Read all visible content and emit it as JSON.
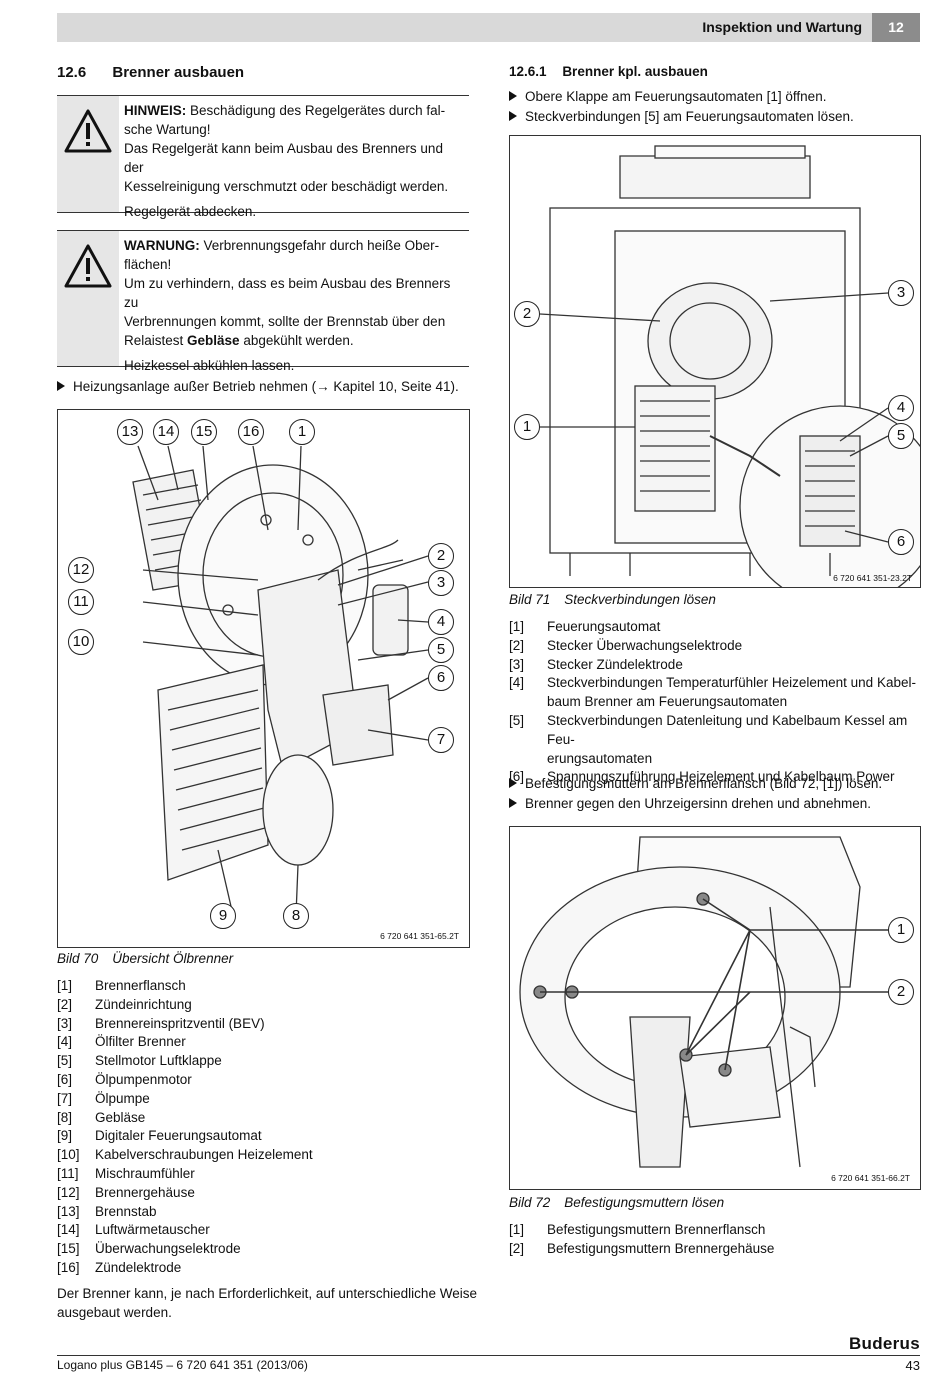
{
  "header": {
    "title": "Inspektion und Wartung",
    "chapter": "12"
  },
  "left": {
    "section_number": "12.6",
    "section_title": "Brenner ausbauen",
    "notice1": {
      "label": "HINWEIS:",
      "text1": " Beschädigung des Regelgerätes durch fal-",
      "text2": "sche Wartung!",
      "text3": "Das Regelgerät kann beim Ausbau des Brenners und der",
      "text4": "Kesselreinigung verschmutzt oder beschädigt werden.",
      "step": "Regelgerät abdecken."
    },
    "notice2": {
      "label": "WARNUNG:",
      "text1": " Verbrennungsgefahr durch heiße Ober-",
      "text2": "flächen!",
      "text3": "Um zu verhindern, dass es beim Ausbau des Brenners zu",
      "text4": "Verbrennungen kommt, sollte der Brennstab über den",
      "text5a": "Relaistest ",
      "text5b": "Gebläse",
      "text5c": " abgekühlt werden.",
      "step": "Heizkessel abkühlen lassen."
    },
    "step_shutdown": "Heizungsanlage außer Betrieb nehmen (→ Kapitel 10, Seite 41).",
    "fig70": {
      "ref": "6 720 641 351-65.2T",
      "caption_num": "Bild 70",
      "caption_text": "Übersicht Ölbrenner",
      "callouts": [
        "13",
        "14",
        "15",
        "16",
        "1",
        "2",
        "3",
        "4",
        "5",
        "6",
        "7",
        "8",
        "9",
        "10",
        "11",
        "12"
      ]
    },
    "legend70": [
      [
        "[1]",
        "Brennerflansch"
      ],
      [
        "[2]",
        "Zündeinrichtung"
      ],
      [
        "[3]",
        "Brennereinspritzventil (BEV)"
      ],
      [
        "[4]",
        "Ölfilter Brenner"
      ],
      [
        "[5]",
        "Stellmotor Luftklappe"
      ],
      [
        "[6]",
        "Ölpumpenmotor"
      ],
      [
        "[7]",
        "Ölpumpe"
      ],
      [
        "[8]",
        "Gebläse"
      ],
      [
        "[9]",
        "Digitaler Feuerungsautomat"
      ],
      [
        "[10]",
        "Kabelverschraubungen Heizelement"
      ],
      [
        "[11]",
        "Mischraumfühler"
      ],
      [
        "[12]",
        "Brennergehäuse"
      ],
      [
        "[13]",
        "Brennstab"
      ],
      [
        "[14]",
        "Luftwärmetauscher"
      ],
      [
        "[15]",
        "Überwachungselektrode"
      ],
      [
        "[16]",
        "Zündelektrode"
      ]
    ],
    "closing1": "Der Brenner kann, je nach Erforderlichkeit, auf unterschiedliche Weise",
    "closing2": "ausgebaut werden."
  },
  "right": {
    "subsection_number": "12.6.1",
    "subsection_title": "Brenner kpl. ausbauen",
    "step1": "Obere Klappe am Feuerungsautomaten [1] öffnen.",
    "step2": "Steckverbindungen [5] am Feuerungsautomaten lösen.",
    "fig71": {
      "ref": "6 720 641 351-23.2T",
      "caption_num": "Bild 71",
      "caption_text": "Steckverbindungen lösen",
      "callouts": [
        "2",
        "1",
        "3",
        "4",
        "5",
        "6"
      ]
    },
    "legend71": [
      [
        "[1]",
        "Feuerungsautomat"
      ],
      [
        "[2]",
        "Stecker Überwachungselektrode"
      ],
      [
        "[3]",
        "Stecker Zündelektrode"
      ],
      [
        "[4]",
        "Steckverbindungen Temperaturfühler Heizelement und Kabel-",
        "baum Brenner am Feuerungsautomaten"
      ],
      [
        "[5]",
        "Steckverbindungen Datenleitung und Kabelbaum Kessel am Feu-",
        "erungsautomaten"
      ],
      [
        "[6]",
        "Spannungszuführung Heizelement und Kabelbaum Power"
      ]
    ],
    "step3": "Befestigungsmuttern am Brennerflansch (Bild 72, [1]) lösen.",
    "step4": "Brenner gegen den Uhrzeigersinn drehen und abnehmen.",
    "fig72": {
      "ref": "6 720 641 351-66.2T",
      "caption_num": "Bild 72",
      "caption_text": "Befestigungsmuttern lösen",
      "callouts": [
        "1",
        "2"
      ]
    },
    "legend72": [
      [
        "[1]",
        "Befestigungsmuttern Brennerflansch"
      ],
      [
        "[2]",
        "Befestigungsmuttern Brennergehäuse"
      ]
    ]
  },
  "footer": {
    "doc": "Logano plus GB145 – 6 720 641 351 (2013/06)",
    "page": "43",
    "brand": "Buderus"
  }
}
